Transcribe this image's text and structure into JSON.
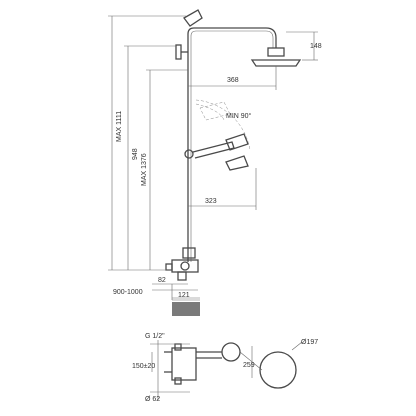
{
  "dimensions": {
    "head_height": "148",
    "arm_reach": "368",
    "angle": "MIN 90°",
    "max_1111": "MAX 1111",
    "h_948": "948",
    "max_1376": "MAX 1376",
    "hand_reach": "323",
    "offset_82": "82",
    "range_900_1000": "900-1000",
    "width_121": "121",
    "thread": "G 1/2\"",
    "spacing": "150±20",
    "dia_62": "Ø 62",
    "dia_259": "259",
    "dia_197": "Ø197"
  }
}
